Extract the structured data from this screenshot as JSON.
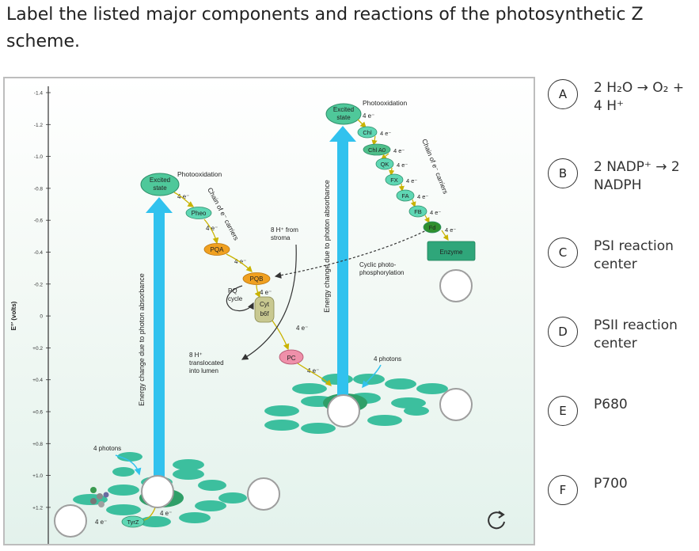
{
  "question": "Label the listed major components and reactions of the photosynthetic Z scheme.",
  "options": [
    {
      "letter": "A",
      "text": "2 H₂O → O₂ + 4 H⁺"
    },
    {
      "letter": "B",
      "text": "2 NADP⁺ → 2 NADPH"
    },
    {
      "letter": "C",
      "text": "PSI reaction center"
    },
    {
      "letter": "D",
      "text": "PSII reaction center"
    },
    {
      "letter": "E",
      "text": "P680"
    },
    {
      "letter": "F",
      "text": "P700"
    }
  ],
  "diagram": {
    "y_axis_label": "E°′ (volts)",
    "y_ticks": [
      "-1.4",
      "-1.2",
      "-1.0",
      "-0.8",
      "-0.6",
      "-0.4",
      "-0.2",
      "0",
      "+0.2",
      "+0.4",
      "+0.6",
      "+0.8",
      "+1.0",
      "+1.2"
    ],
    "ps2": {
      "vertical_label": "Energy change due to photon absorbance",
      "photons": "4 photons",
      "excited_state": [
        "Excited",
        "state"
      ],
      "photooxidation": "Photooxidation",
      "chain_label": "Chain of e⁻ carriers",
      "tyrz": "TyrZ",
      "electrons": "4 e⁻"
    },
    "carriers": {
      "pheo": "Pheo",
      "pqa": "PQA",
      "pqb": "PQB",
      "pq_cycle": [
        "PQ",
        "cycle"
      ],
      "cyt": [
        "Cyt",
        "b6f"
      ],
      "pc": "PC",
      "stroma_h": [
        "8 H⁺ from",
        "stroma"
      ],
      "lumen_h": [
        "8 H⁺",
        "translocated",
        "into lumen"
      ],
      "cyclic": [
        "Cyclic photo-",
        "phosphorylation"
      ]
    },
    "ps1": {
      "vertical_label": "Energy change due to photon absorbance",
      "photons": "4 photons",
      "excited_state": [
        "Excited",
        "state"
      ],
      "photooxidation": "Photooxidation",
      "chain_label": "Chain of e⁻ carriers",
      "chl": "Chl",
      "chl_a0": "Chl A0",
      "qk": "QK",
      "fx": "FX",
      "fa": "FA",
      "fb": "FB",
      "fd": "Fd",
      "enzyme": "Enzyme"
    }
  },
  "colors": {
    "arrow_blue": "#31c2ee",
    "teal": "#3cbf9e",
    "green_dark": "#2f8f4e",
    "pheo_fill": "#5fd7b4",
    "pqa_fill": "#f0a020",
    "pc_fill": "#ef90aa",
    "cyt_fill": "#c8c890",
    "enzyme_fill": "#2fa67a"
  }
}
